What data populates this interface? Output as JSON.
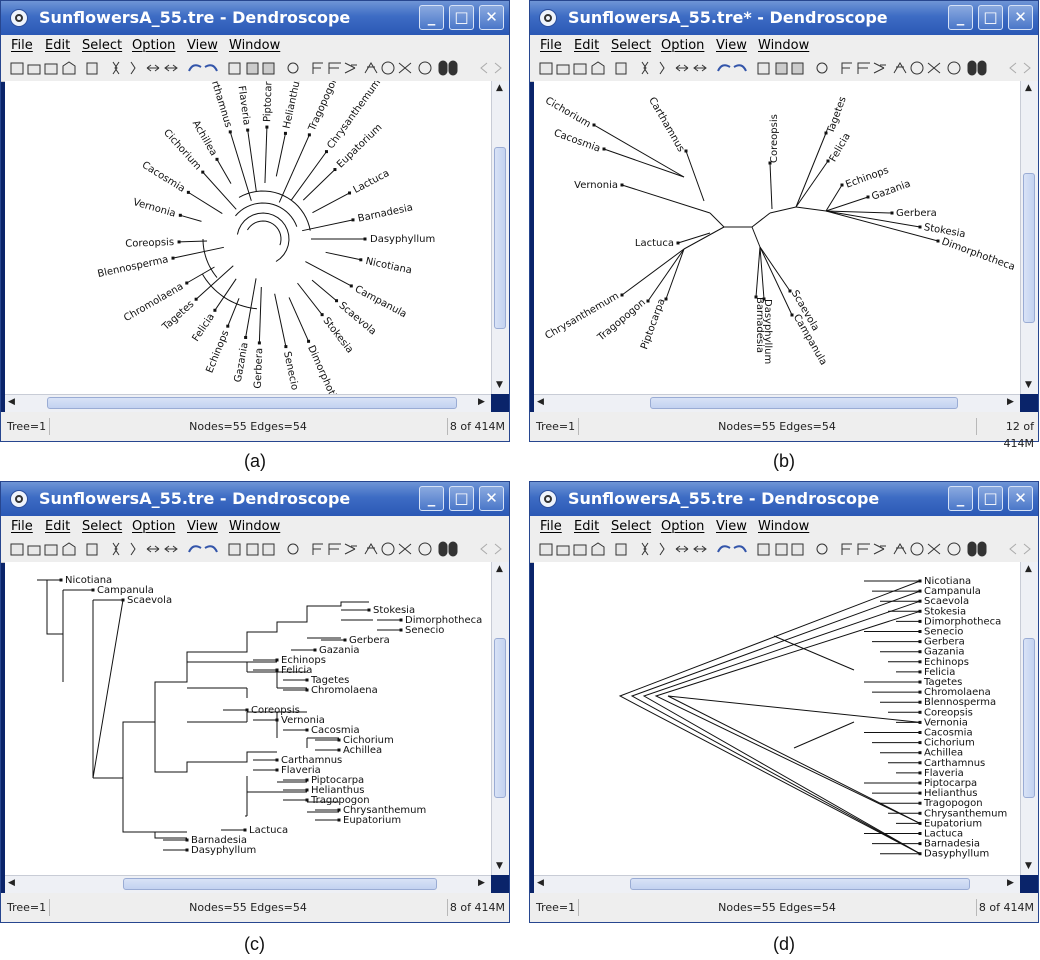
{
  "menu": [
    "File",
    "Edit",
    "Select",
    "Option",
    "View",
    "Window"
  ],
  "windows": [
    {
      "title": "SunflowersA_55.tre - Dendroscope",
      "status": {
        "tree": "Tree=1",
        "counts": "Nodes=55 Edges=54",
        "memory": "8 of 414M"
      },
      "caption": "(a)"
    },
    {
      "title": "SunflowersA_55.tre* - Dendroscope",
      "status": {
        "tree": "Tree=1",
        "counts": "Nodes=55 Edges=54",
        "memory": "12 of 414M"
      },
      "caption": "(b)"
    },
    {
      "title": "SunflowersA_55.tre - Dendroscope",
      "status": {
        "tree": "Tree=1",
        "counts": "Nodes=55 Edges=54",
        "memory": "8 of 414M"
      },
      "caption": "(c)"
    },
    {
      "title": "SunflowersA_55.tre - Dendroscope",
      "status": {
        "tree": "Tree=1",
        "counts": "Nodes=55 Edges=54",
        "memory": "8 of 414M"
      },
      "caption": "(d)"
    }
  ],
  "taxa_circular": [
    "Carthamnus",
    "Flaveria",
    "Piptocarpa",
    "Helianthus",
    "Tragopogon",
    "Chrysanthemum",
    "Eupatorium",
    "Achillea",
    "Cichorium",
    "Cacosmia",
    "Lactuca",
    "Vernonia",
    "Barnadesia",
    "Dasyphyllum",
    "Coreopsis",
    "Nicotiana",
    "Blennosperma",
    "Campanula",
    "Chromolaena",
    "Scaevola",
    "Tagetes",
    "Felicia",
    "Stokesia",
    "Echinops",
    "Gazania",
    "Gerbera",
    "Senecio",
    "Dimorphotheca"
  ],
  "taxa_radial": [
    "Cichorium",
    "Cacosmia",
    "Carthamnus",
    "Vernonia",
    "Coreopsis",
    "Tagetes",
    "Felicia",
    "Echinops",
    "Gazania",
    "Gerbera",
    "Stokesia",
    "Dimorphotheca",
    "Lactuca",
    "Chrysanthemum",
    "Tragopogon",
    "Piptocarpa",
    "Barnadesia",
    "Dasyphyllum",
    "Scaevola",
    "Campanula"
  ],
  "taxa_rect": [
    "Nicotiana",
    "Campanula",
    "Scaevola",
    "Stokesia",
    "Dimorphotheca",
    "Senecio",
    "Gerbera",
    "Gazania",
    "Echinops",
    "Felicia",
    "Tagetes",
    "Chromolaena",
    "Coreopsis",
    "Vernonia",
    "Cacosmia",
    "Cichorium",
    "Achillea",
    "Carthamnus",
    "Flaveria",
    "Piptocarpa",
    "Helianthus",
    "Tragopogon",
    "Chrysanthemum",
    "Eupatorium",
    "Lactuca",
    "Barnadesia",
    "Dasyphyllum"
  ],
  "taxa_slanted": [
    "Nicotiana",
    "Campanula",
    "Scaevola",
    "Stokesia",
    "Dimorphotheca",
    "Senecio",
    "Gerbera",
    "Gazania",
    "Echinops",
    "Felicia",
    "Tagetes",
    "Chromolaena",
    "Blennosperma",
    "Coreopsis",
    "Vernonia",
    "Cacosmia",
    "Cichorium",
    "Achillea",
    "Carthamnus",
    "Flaveria",
    "Piptocarpa",
    "Helianthus",
    "Tragopogon",
    "Chrysanthemum",
    "Eupatorium",
    "Lactuca",
    "Barnadesia",
    "Dasyphyllum"
  ]
}
